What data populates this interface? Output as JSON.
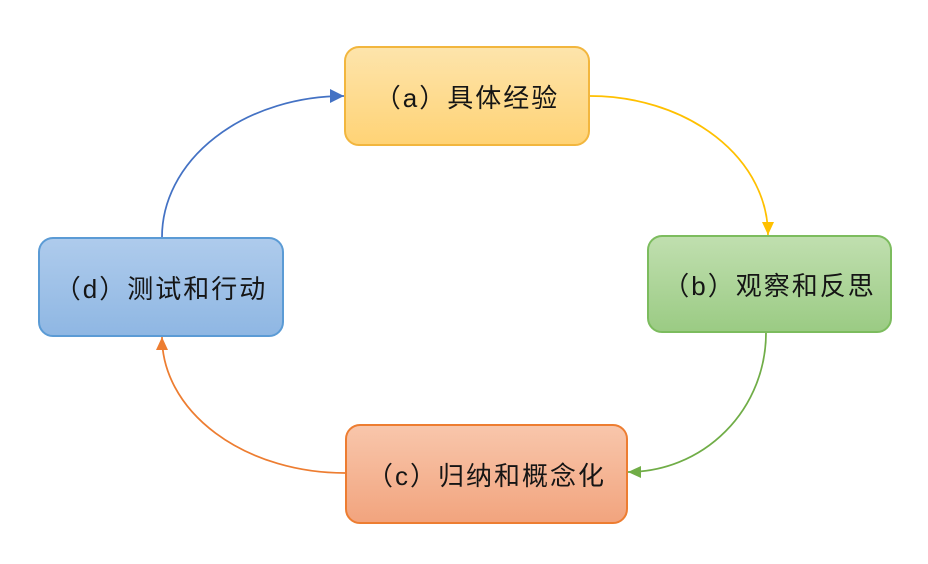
{
  "diagram": {
    "background_color": "#FFFFFF",
    "nodes": [
      {
        "id": "a",
        "label": "（a）具体经验",
        "fill_top": "#FDE4AB",
        "fill_bottom": "#FFD376",
        "border_color": "#F2B63E"
      },
      {
        "id": "b",
        "label": "（b）观察和反思",
        "fill_top": "#C0DFAF",
        "fill_bottom": "#9BCB84",
        "border_color": "#7CBC5E"
      },
      {
        "id": "c",
        "label": "（c）归纳和概念化",
        "fill_top": "#F8C6AB",
        "fill_bottom": "#F2A47E",
        "border_color": "#ED7D31"
      },
      {
        "id": "d",
        "label": "（d）测试和行动",
        "fill_top": "#AECBEC",
        "fill_bottom": "#8FB7E3",
        "border_color": "#5B9BD5"
      }
    ],
    "edges": [
      {
        "from": "a",
        "to": "b",
        "color": "#FFC000"
      },
      {
        "from": "b",
        "to": "c",
        "color": "#70AD47"
      },
      {
        "from": "c",
        "to": "d",
        "color": "#ED7D31"
      },
      {
        "from": "d",
        "to": "a",
        "color": "#4472C4"
      }
    ]
  }
}
